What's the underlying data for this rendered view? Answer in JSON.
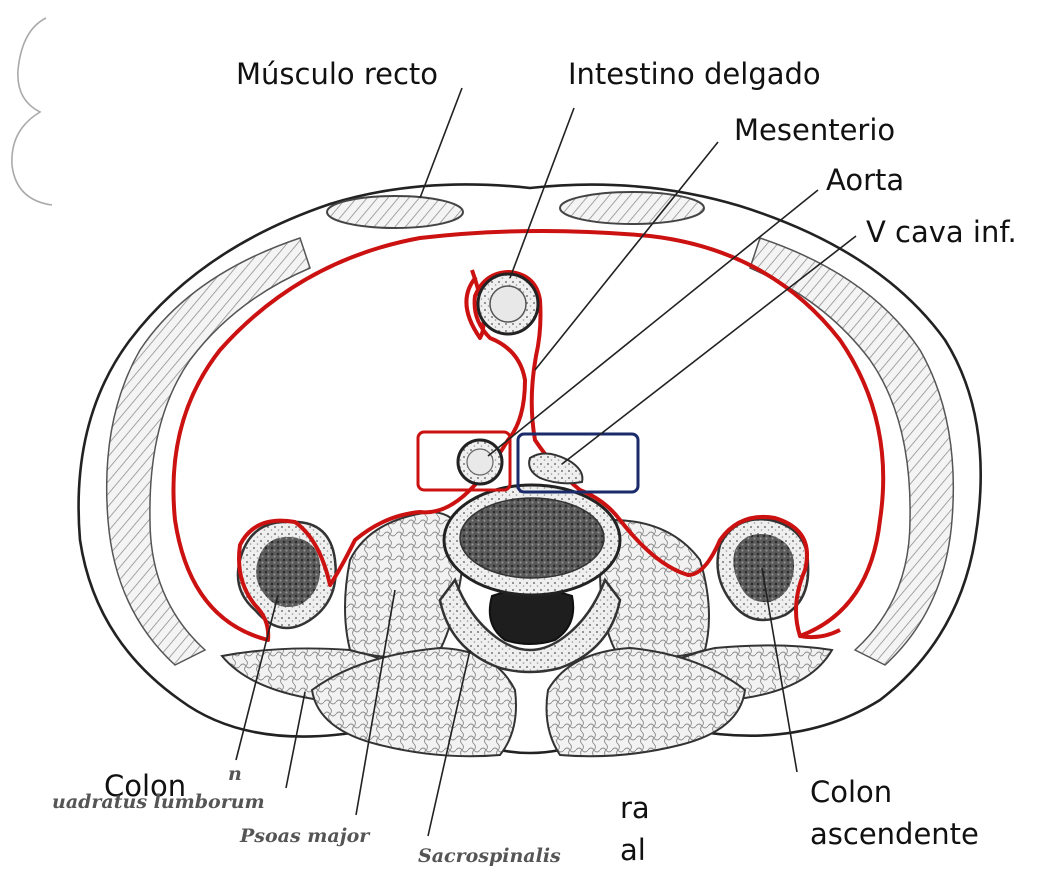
{
  "labels": {
    "musculo_recto": "Músculo recto",
    "intestino_delgado": "Intestino delgado",
    "mesenterio": "Mesenterio",
    "aorta": "Aorta",
    "v_cava": "V cava inf.",
    "colon_left": "Colon",
    "colon_left_n": "n",
    "quadratus": "uadratus lumborum",
    "psoas": "Psoas major",
    "sacrospinalis": "Sacrospinalis",
    "ra": "ra",
    "al": "al",
    "colon_right": "Colon",
    "ascendente": "ascendente"
  },
  "colors": {
    "peritoneum": "#cc1111",
    "aorta_box": "#cc1111",
    "vena_cava_box": "#1a2a6a",
    "outline": "#222222",
    "texture": "#9a9a9a"
  }
}
